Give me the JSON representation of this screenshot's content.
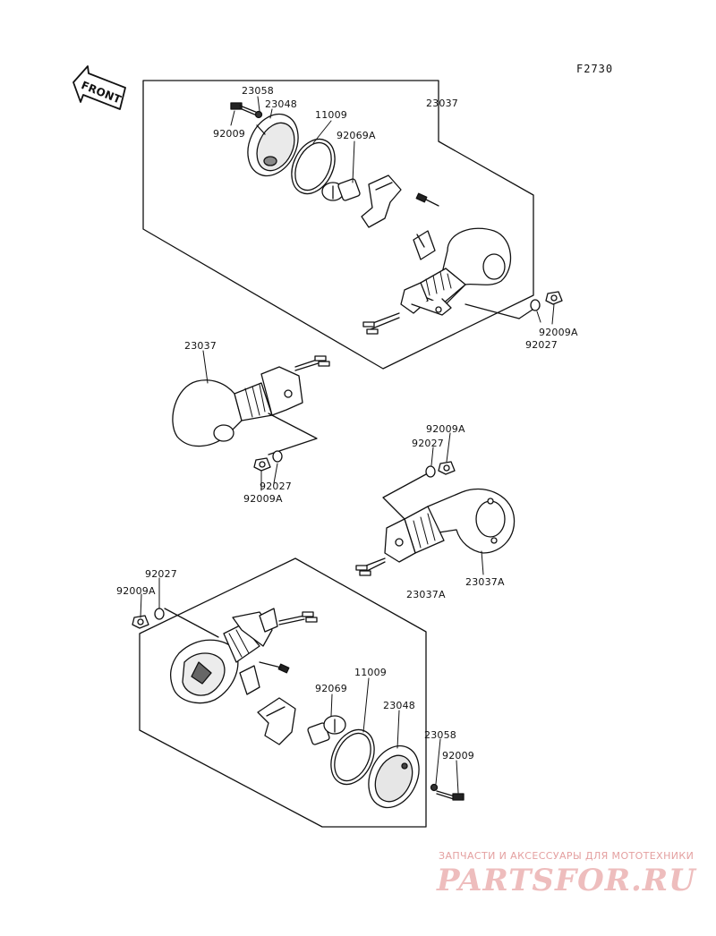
{
  "diagram_code": "F2730",
  "front_label": "FRONT",
  "labels": {
    "p23058_top": "23058",
    "p23048_top": "23048",
    "p92009_top": "92009",
    "p11009_top": "11009",
    "p92069A_top": "92069A",
    "p23037_top": "23037",
    "p92027_r": "92027",
    "p92009A_r": "92009A",
    "p23037_left": "23037",
    "p92027_left": "92027",
    "p92009A_left": "92009A",
    "p92009A_mid": "92009A",
    "p92027_mid": "92027",
    "p23037A_mid": "23037A",
    "p92027_bl": "92027",
    "p92009A_bl": "92009A",
    "p23037A_bot": "23037A",
    "p11009_bot": "11009",
    "p92069_bot": "92069",
    "p23048_bot": "23048",
    "p23058_bot": "23058",
    "p92009_bot": "92009"
  },
  "watermark": {
    "tagline": "ЗАПЧАСТИ И АКСЕССУАРЫ ДЛЯ МОТОТЕХНИКИ",
    "logo": "PARTSFOR.RU"
  }
}
